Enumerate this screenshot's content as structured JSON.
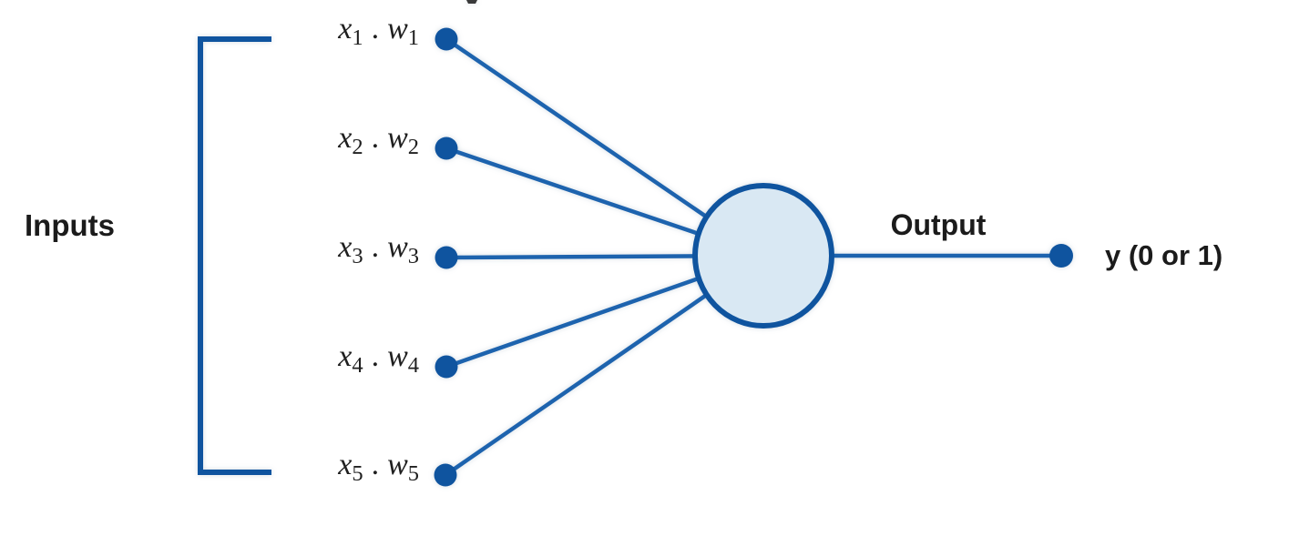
{
  "diagram": {
    "kind": "perceptron",
    "inputs_label": "Inputs",
    "output_label": "Output",
    "result_label": "y (0 or 1)",
    "input_rows": [
      {
        "var_x": "x",
        "sub_x": "1",
        "separator": ".",
        "var_w": "w",
        "sub_w": "1"
      },
      {
        "var_x": "x",
        "sub_x": "2",
        "separator": ".",
        "var_w": "w",
        "sub_w": "2"
      },
      {
        "var_x": "x",
        "sub_x": "3",
        "separator": ".",
        "var_w": "w",
        "sub_w": "3"
      },
      {
        "var_x": "x",
        "sub_x": "4",
        "separator": ".",
        "var_w": "w",
        "sub_w": "4"
      },
      {
        "var_x": "x",
        "sub_x": "5",
        "separator": ".",
        "var_w": "w",
        "sub_w": "5"
      }
    ],
    "colors": {
      "accent_dark": "#0F549F",
      "connection_line": "#1D63AE",
      "neuron_fill": "#D9E8F3",
      "text": "#1B1B1B",
      "background": "#FFFFFF"
    }
  }
}
